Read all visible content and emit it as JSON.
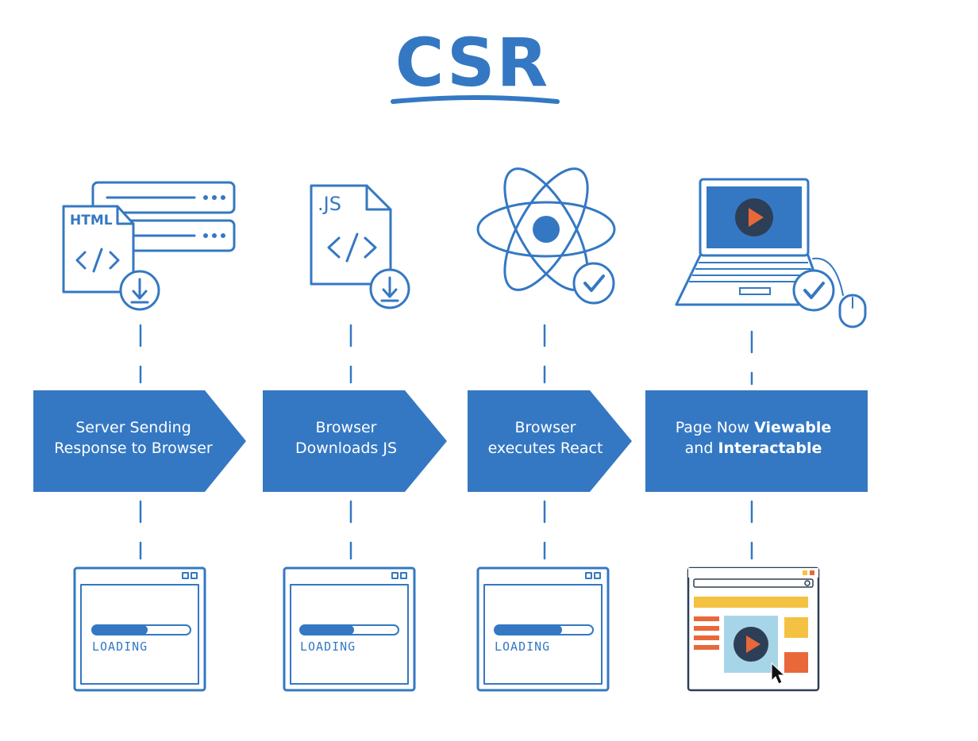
{
  "title": "CSR",
  "colors": {
    "primary": "#3478c3",
    "dark": "#2d3f56",
    "orange": "#e8683a",
    "yellow": "#f4c242",
    "light_blue": "#a7d5e8"
  },
  "steps": [
    {
      "icon": "html-server-download-icon",
      "html_label": "HTML",
      "lines": [
        [
          {
            "t": "Server Sending",
            "b": false
          }
        ],
        [
          {
            "t": "Response to Browser",
            "b": false
          }
        ]
      ],
      "status": "loading"
    },
    {
      "icon": "js-file-download-icon",
      "js_label": ".JS",
      "lines": [
        [
          {
            "t": "Browser",
            "b": false
          }
        ],
        [
          {
            "t": "Downloads JS",
            "b": false
          }
        ]
      ],
      "status": "loading"
    },
    {
      "icon": "react-atom-check-icon",
      "lines": [
        [
          {
            "t": "Browser",
            "b": false
          }
        ],
        [
          {
            "t": "executes React",
            "b": false
          }
        ]
      ],
      "status": "loading"
    },
    {
      "icon": "laptop-play-check-icon",
      "lines": [
        [
          {
            "t": "Page Now ",
            "b": false
          },
          {
            "t": "Viewable",
            "b": true
          }
        ],
        [
          {
            "t": "and ",
            "b": false
          },
          {
            "t": "Interactable",
            "b": true
          }
        ]
      ],
      "status": "ready"
    }
  ],
  "loading_label": "LOADING"
}
